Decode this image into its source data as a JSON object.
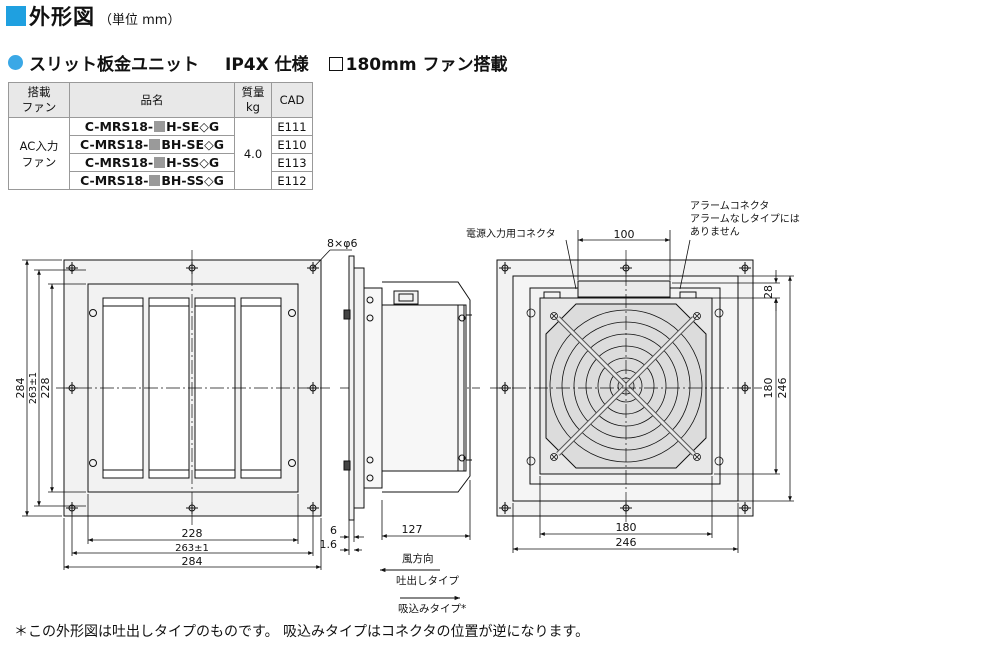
{
  "header": {
    "title": "外形図",
    "unit": "（単位 mm）",
    "accent": "#1fa0e0"
  },
  "subtitle": {
    "part1": "スリット板金ユニット",
    "part2": "IP4X 仕様",
    "part3": "180mm ファン搭載"
  },
  "table": {
    "headers": {
      "fan": "搭載\nファン",
      "name": "品名",
      "mass": "質量\nkg",
      "cad": "CAD"
    },
    "fan_type": "AC入力\nファン",
    "mass": "4.0",
    "rows": [
      {
        "pre": "C-MRS18-",
        "post": "H-SE◇G",
        "cad": "E111"
      },
      {
        "pre": "C-MRS18-",
        "post": "BH-SE◇G",
        "cad": "E110"
      },
      {
        "pre": "C-MRS18-",
        "post": "H-SS◇G",
        "cad": "E113"
      },
      {
        "pre": "C-MRS18-",
        "post": "BH-SS◇G",
        "cad": "E112"
      }
    ]
  },
  "labels": {
    "holes": "8×φ6",
    "power_connector": "電源入力用コネクタ",
    "alarm_line1": "アラームコネクタ",
    "alarm_line2": "アラームなしタイプには",
    "alarm_line3": "ありません",
    "wind_direction": "風方向",
    "exhaust": "吐出しタイプ",
    "intake": "吸込みタイプ*"
  },
  "dims": {
    "d284": "284",
    "d263": "263±1",
    "d228": "228",
    "d6": "6",
    "d1_6": "1.6",
    "d127": "127",
    "d100": "100",
    "d28": "28",
    "d180": "180",
    "d246": "246"
  },
  "footnote": "＊この外形図は吐出しタイプのものです。 吸込みタイプはコネクタの位置が逆になります。"
}
